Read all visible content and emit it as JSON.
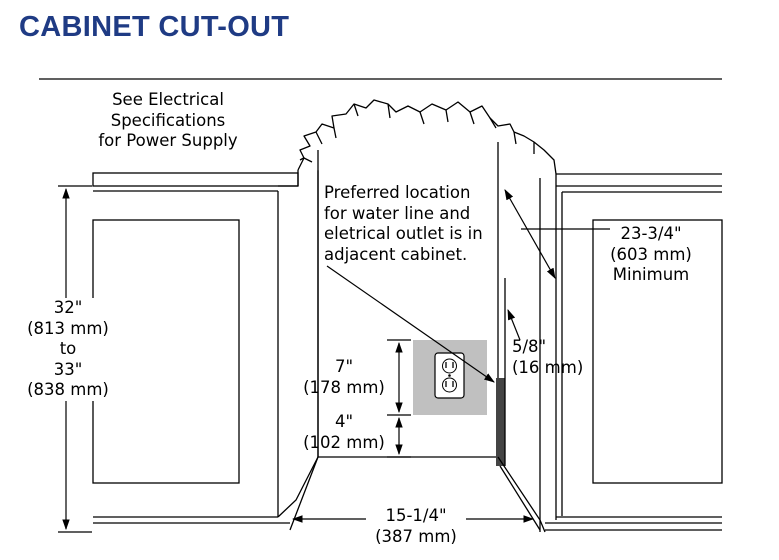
{
  "title": "CABINET CUT-OUT",
  "notes": {
    "electrical": [
      "See Electrical",
      "Specifications",
      "for Power Supply"
    ],
    "preferred": [
      "Preferred location",
      "for water line and",
      "eletrical outlet is in",
      "adjacent cabinet."
    ]
  },
  "dimensions": {
    "height": [
      "32\"",
      "(813 mm)",
      "to",
      "33\"",
      "(838 mm)"
    ],
    "depth": [
      "23-3/4\"",
      "(603 mm)",
      "Minimum"
    ],
    "outlet_height": [
      "7\"",
      "(178 mm)"
    ],
    "outlet_offset": [
      "4\"",
      "(102 mm)"
    ],
    "panel_thickness": [
      "5/8\"",
      "(16 mm)"
    ],
    "width": [
      "15-1/4\"",
      "(387 mm)"
    ]
  },
  "colors": {
    "title": "#1f3b84",
    "outlet_box": "#c0c0c0",
    "side_panel": "#444444"
  }
}
